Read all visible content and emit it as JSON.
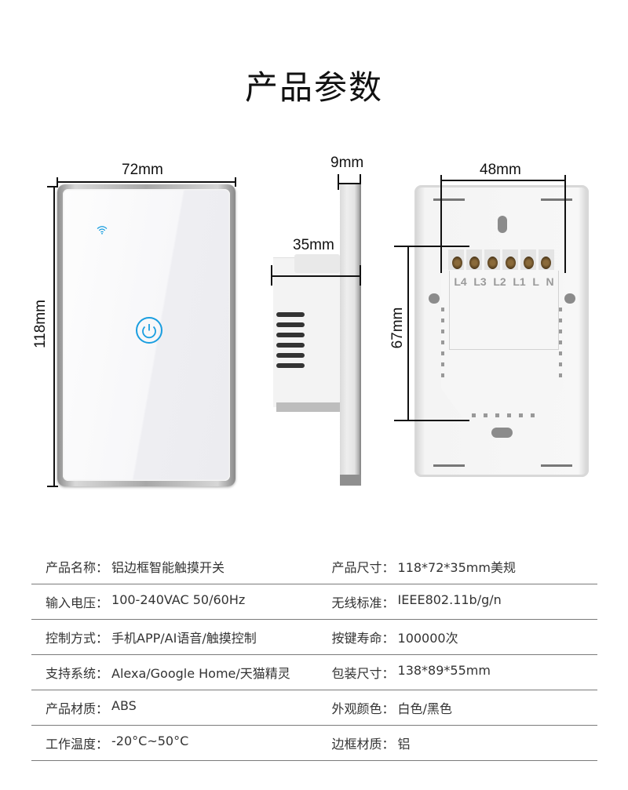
{
  "title": "产品参数",
  "dimensions": {
    "front_width": "72mm",
    "front_height": "118mm",
    "side_plate_depth": "9mm",
    "side_total_depth": "35mm",
    "back_width": "48mm",
    "back_height": "67mm"
  },
  "front_panel": {
    "icons": [
      "wifi-icon",
      "power-icon"
    ],
    "accent_color": "#1a9ee0"
  },
  "back_panel": {
    "terminals": [
      "L4",
      "L3",
      "L2",
      "L1",
      "L",
      "N"
    ]
  },
  "specs": [
    {
      "left": {
        "key": "产品名称：",
        "value": "铝边框智能触摸开关"
      },
      "right": {
        "key": "产品尺寸：",
        "value": "118*72*35mm美规"
      }
    },
    {
      "left": {
        "key": "输入电压：",
        "value": "100-240VAC 50/60Hz"
      },
      "right": {
        "key": "无线标准：",
        "value": "IEEE802.11b/g/n"
      }
    },
    {
      "left": {
        "key": "控制方式：",
        "value": "手机APP/AI语音/触摸控制"
      },
      "right": {
        "key": "按键寿命：",
        "value": "100000次"
      }
    },
    {
      "left": {
        "key": "支持系统：",
        "value": "Alexa/Google Home/天猫精灵"
      },
      "right": {
        "key": "包装尺寸：",
        "value": "138*89*55mm"
      }
    },
    {
      "left": {
        "key": "产品材质：",
        "value": "ABS"
      },
      "right": {
        "key": "外观颜色：",
        "value": "白色/黑色"
      }
    },
    {
      "left": {
        "key": "工作温度：",
        "value": "-20°C~50°C"
      },
      "right": {
        "key": "边框材质：",
        "value": "铝"
      }
    }
  ]
}
